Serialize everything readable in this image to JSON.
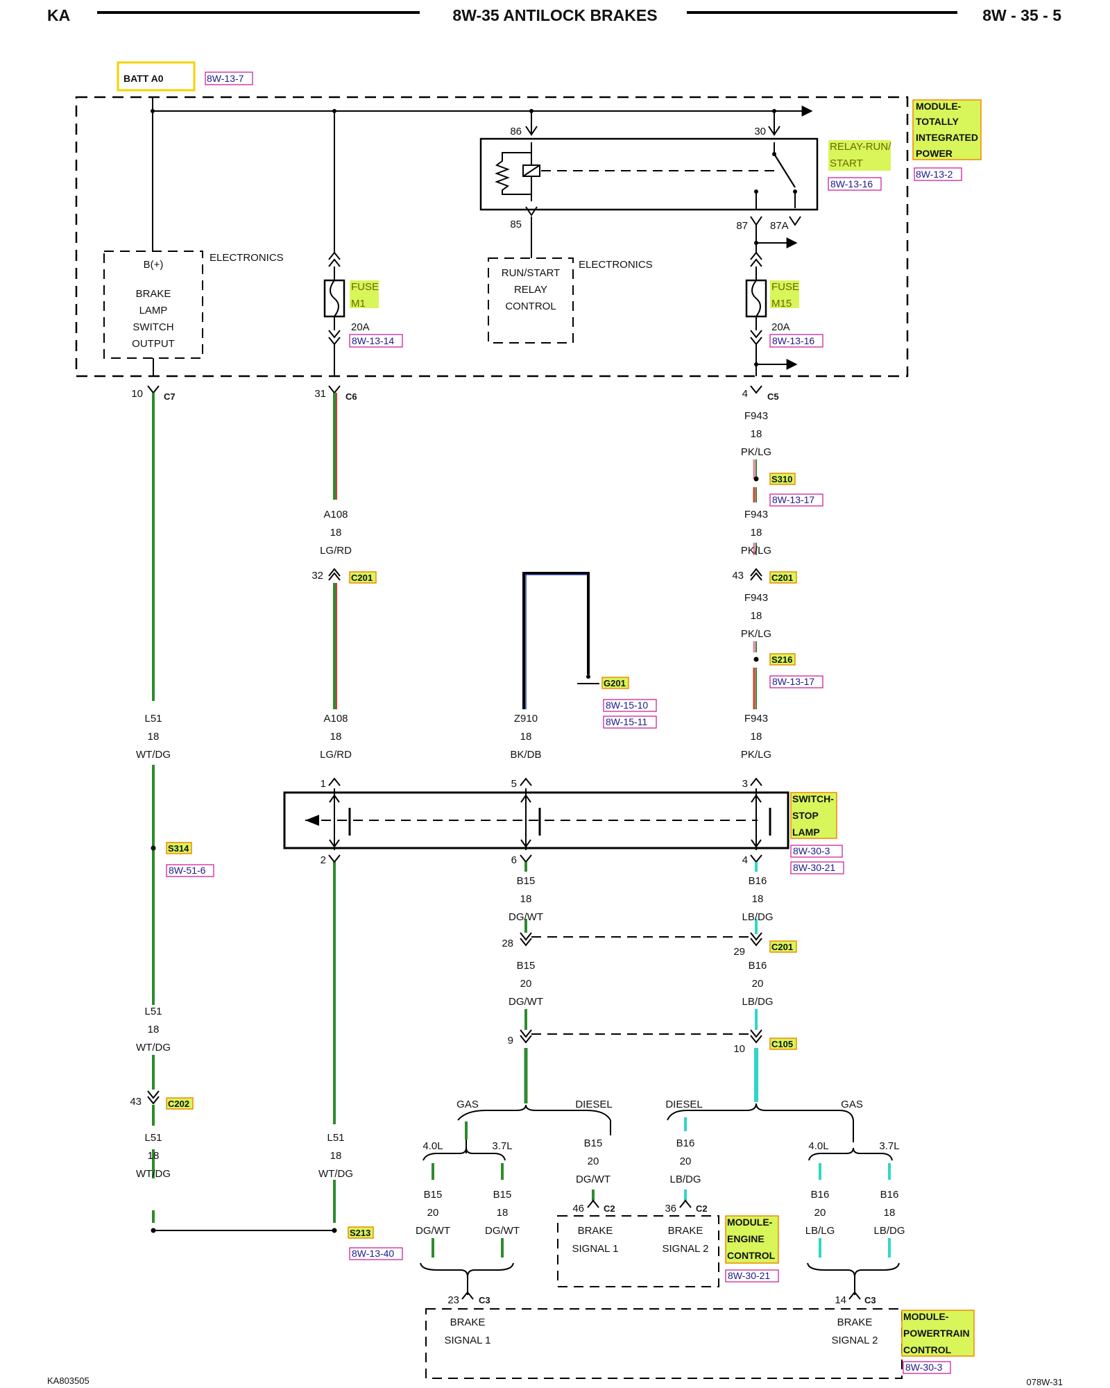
{
  "header": {
    "left": "KA",
    "center": "8W-35 ANTILOCK BRAKES",
    "right": "8W - 35 - 5"
  },
  "footer": {
    "left": "KA803505",
    "right": "078W-31"
  },
  "top": {
    "batt_label": "BATT A0",
    "batt_ref": "8W-13-7",
    "tipm_label": [
      "MODULE-",
      "TOTALLY",
      "INTEGRATED",
      "POWER"
    ],
    "tipm_ref": "8W-13-2",
    "relay_label": [
      "RELAY-RUN/",
      "START"
    ],
    "relay_ref": "8W-13-16",
    "pin_86": "86",
    "pin_30": "30",
    "pin_85": "85",
    "pin_87": "87",
    "pin_87a": "87A",
    "electronics_left": "ELECTRONICS",
    "electronics_mid": "ELECTRONICS",
    "brake_lamp_box": [
      "B(+)",
      "BRAKE",
      "LAMP",
      "SWITCH",
      "OUTPUT"
    ],
    "relay_ctrl_box": [
      "RUN/START",
      "RELAY",
      "CONTROL"
    ],
    "fuse_m1_label": [
      "FUSE",
      "M1"
    ],
    "fuse_m1_amp": "20A",
    "fuse_m1_ref": "8W-13-14",
    "fuse_m15_label": [
      "FUSE",
      "M15"
    ],
    "fuse_m15_amp": "20A",
    "fuse_m15_ref": "8W-13-16",
    "c7_pin": "10",
    "c7": "C7",
    "c6_pin": "31",
    "c6": "C6",
    "c5_pin": "4",
    "c5": "C5"
  },
  "wires": {
    "l51_a": [
      "L51",
      "18",
      "WT/DG"
    ],
    "a108_a": [
      "A108",
      "18",
      "LG/RD"
    ],
    "c201_a_pin": "32",
    "c201_a": "C201",
    "a108_b": [
      "A108",
      "18",
      "LG/RD"
    ],
    "f943_a": [
      "F943",
      "18",
      "PK/LG"
    ],
    "s310": "S310",
    "s310_ref": "8W-13-17",
    "f943_b": [
      "F943",
      "18",
      "PK/LG"
    ],
    "c201_b_pin": "43",
    "c201_b": "C201",
    "f943_c": [
      "F943",
      "18",
      "PK/LG"
    ],
    "s216": "S216",
    "s216_ref": "8W-13-17",
    "f943_d": [
      "F943",
      "18",
      "PK/LG"
    ],
    "z910": [
      "Z910",
      "18",
      "BK/DB"
    ],
    "g201": "G201",
    "g201_ref1": "8W-15-10",
    "g201_ref2": "8W-15-11"
  },
  "switch": {
    "label": [
      "SWITCH-",
      "STOP",
      "LAMP"
    ],
    "ref1": "8W-30-3",
    "ref2": "8W-30-21",
    "pin1": "1",
    "pin5": "5",
    "pin3": "3",
    "pin2": "2",
    "pin6": "6",
    "pin4": "4"
  },
  "lower": {
    "s314": "S314",
    "s314_ref": "8W-51-6",
    "b15_a": [
      "B15",
      "18",
      "DG/WT"
    ],
    "b16_a": [
      "B16",
      "18",
      "LB/DG"
    ],
    "c201_c_pin28": "28",
    "c201_c_pin29": "29",
    "c201_c": "C201",
    "b15_b": [
      "B15",
      "20",
      "DG/WT"
    ],
    "b16_b": [
      "B16",
      "20",
      "LB/DG"
    ],
    "c105_pin9": "9",
    "c105_pin10": "10",
    "c105": "C105",
    "l51_b": [
      "L51",
      "18",
      "WT/DG"
    ],
    "c202_pin": "43",
    "c202": "C202",
    "l51_c": [
      "L51",
      "18",
      "WT/DG"
    ],
    "l51_d": [
      "L51",
      "18",
      "WT/DG"
    ],
    "s213": "S213",
    "s213_ref": "8W-13-40",
    "gas_l": "GAS",
    "diesel_l": "DIESEL",
    "diesel_r": "DIESEL",
    "gas_r": "GAS",
    "eng_40l_l": "4.0L",
    "eng_37l_l": "3.7L",
    "eng_40l_r": "4.0L",
    "eng_37l_r": "3.7L",
    "b15_d": [
      "B15",
      "20",
      "DG/WT"
    ],
    "b15_e": [
      "B15",
      "18",
      "DG/WT"
    ],
    "b15_c": [
      "B15",
      "20",
      "DG/WT"
    ],
    "b16_c": [
      "B16",
      "20",
      "LB/DG"
    ],
    "b16_d": [
      "B16",
      "20",
      "LB/LG"
    ],
    "b16_e": [
      "B16",
      "18",
      "LB/DG"
    ],
    "ecm_pin46": "46",
    "ecm_c2a": "C2",
    "ecm_pin36": "36",
    "ecm_c2b": "C2",
    "ecm_sig1": [
      "BRAKE",
      "SIGNAL 1"
    ],
    "ecm_sig2": [
      "BRAKE",
      "SIGNAL 2"
    ],
    "ecm_label": [
      "MODULE-",
      "ENGINE",
      "CONTROL"
    ],
    "ecm_ref": "8W-30-21",
    "pcm_pin23": "23",
    "pcm_c3a": "C3",
    "pcm_pin14": "14",
    "pcm_c3b": "C3",
    "pcm_sig1": [
      "BRAKE",
      "SIGNAL 1"
    ],
    "pcm_sig2": [
      "BRAKE",
      "SIGNAL 2"
    ],
    "pcm_label": [
      "MODULE-",
      "POWERTRAIN",
      "CONTROL"
    ],
    "pcm_ref": "8W-30-3"
  },
  "colors": {
    "green": "#2e8b2e",
    "red": "#d23a2a",
    "cyan": "#2fd6c8",
    "pink": "#e77fa8",
    "highlight": "#d8f55a"
  }
}
